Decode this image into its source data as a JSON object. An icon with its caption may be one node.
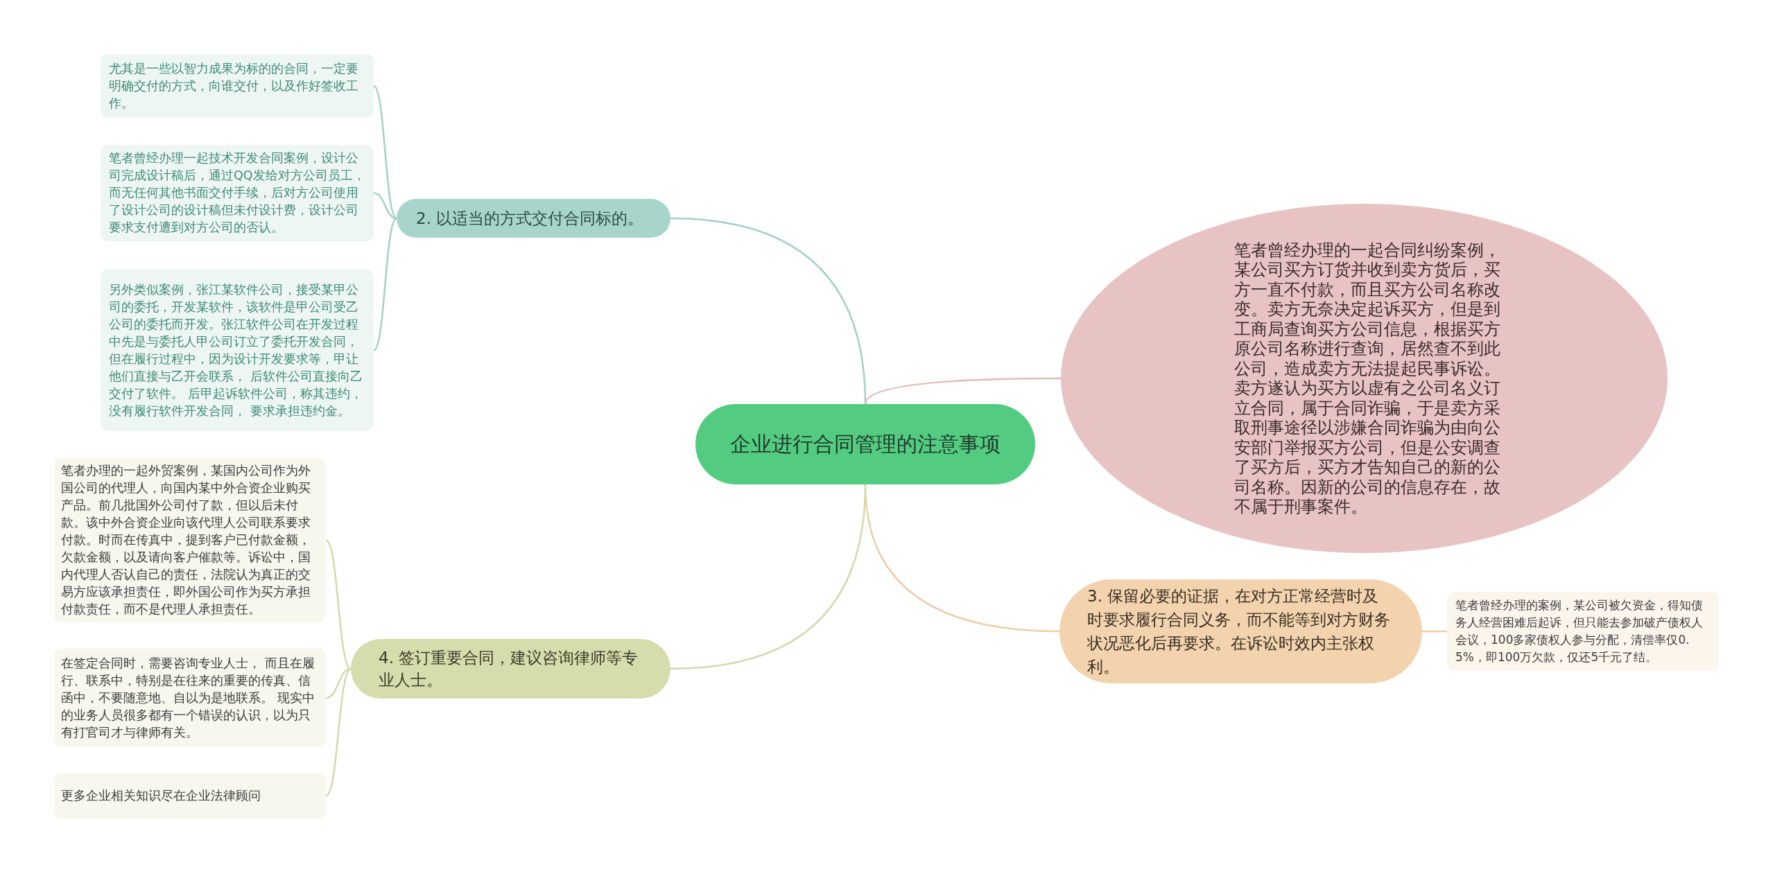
{
  "diagram": {
    "nodes": [
      {
        "text": [
          "企业进行合同管理的注意事项"
        ]
      },
      {
        "text": [
          "2. 以适当的方式交付合同标的。"
        ]
      },
      {
        "text": [
          "尤其是一些以智力成果为标的的合同，一定要明确交付的方式，向谁交付，以及作好签收工作。"
        ]
      },
      {
        "text": [
          "笔者曾经办理一起技术开发合同案例，设计公司完成设计稿后，通过QQ发给对方公司员工，而无任何其他书面交付手续，后对方公司使用了设计公司的设计稿但未付设计费，设计公司要求支付遭到对方公司的否认。"
        ]
      },
      {
        "text": [
          "另外类似案例，张江某软件公司，接受某甲公司的委托，开发某软件，该软件是甲公司受乙公司的委托而开发。张江软件公司在开发过程中先是与委托人甲公司订立了委托开发合同，但在履行过程中，因为设计开发要求等，甲让他们直接与乙开会联系， 后软件公司直接向乙交付了软件。 后甲起诉软件公司，称其违约，没有履行软件开发合同， 要求承担违约金。"
        ]
      },
      {
        "text": [
          "笔者曾经办理的一起合同纠纷案例，某公司买方订货并收到卖方货后，买方一直不付款，而且买方公司名称改变。卖方无奈决定起诉买方，但是到工商局查询买方公司信息，根据买方原公司名称进行查询，居然查不到此公司，造成卖方无法提起民事诉讼。卖方遂认为买方以虚有之公司名义订立合同，属于合同诈骗，于是卖方采取刑事途径以涉嫌合同诈骗为由向公安部门举报买方公司，但是公安调查了买方后，买方才告知自己的新的公司名称。因新的公司的信息存在，故不属于刑事案件。"
        ]
      },
      {
        "text": [
          "3. 保留必要的证据，在对方正常经营时及时要求履行合同义务，而不能等到对方财务状况恶化后再要求。在诉讼时效内主张权利。"
        ]
      },
      {
        "text": [
          "笔者曾经办理的案例，某公司被欠资金，得知债务人经营困难后起诉，但只能去参加破产债权人会议，100多家债权人参与分配，清偿率仅0.5%，即100万欠款，仅还5千元了结。"
        ]
      },
      {
        "text": [
          "4. 签订重要合同，建议咨询律师等专业人士。"
        ]
      },
      {
        "text": [
          "笔者办理的一起外贸案例，某国内公司作为外国公司的代理人，向国内某中外合资企业购买产品。前几批国外公司付了款，但以后未付款。该中外合资企业向该代理人公司联系要求付款。时而在传真中，提到客户已付款金额，欠款金额，以及请向客户催款等。诉讼中，国内代理人否认自己的责任，法院认为真正的交易方应该承担责任，即外国公司作为买方承担付款责任，而不是代理人承担责任。"
        ]
      },
      {
        "text": [
          "在签定合同时，需要咨询专业人士， 而且在履行、联系中，特别是在往来的重要的传真、信函中，不要随意地、自以为是地联系。 现实中的业务人员很多都有一个错误的认识，以为只有打官司才与律师有关。"
        ]
      },
      {
        "text": [
          "更多企业相关知识尽在企业法律顾问"
        ]
      }
    ],
    "edges": [
      {
        "from": 0,
        "to": 1,
        "arrow": "none",
        "color": "#a3d0c6"
      },
      {
        "from": 1,
        "to": 2,
        "arrow": "none",
        "color": "#a3d0c6"
      },
      {
        "from": 1,
        "to": 3,
        "arrow": "none",
        "color": "#a3d0c6"
      },
      {
        "from": 1,
        "to": 4,
        "arrow": "none",
        "color": "#a3d0c6"
      },
      {
        "from": 0,
        "to": 5,
        "arrow": "none",
        "color": "#e3b9b9"
      },
      {
        "from": 0,
        "to": 6,
        "arrow": "none",
        "color": "#efcca4"
      },
      {
        "from": 6,
        "to": 7,
        "arrow": "none",
        "color": "#efcca4"
      },
      {
        "from": 0,
        "to": 8,
        "arrow": "none",
        "color": "#d3d9aa"
      },
      {
        "from": 8,
        "to": 9,
        "arrow": "none",
        "color": "#d3d9aa"
      },
      {
        "from": 8,
        "to": 10,
        "arrow": "none",
        "color": "#d3d9aa"
      },
      {
        "from": 8,
        "to": 11,
        "arrow": "none",
        "color": "#d3d9aa"
      }
    ]
  }
}
